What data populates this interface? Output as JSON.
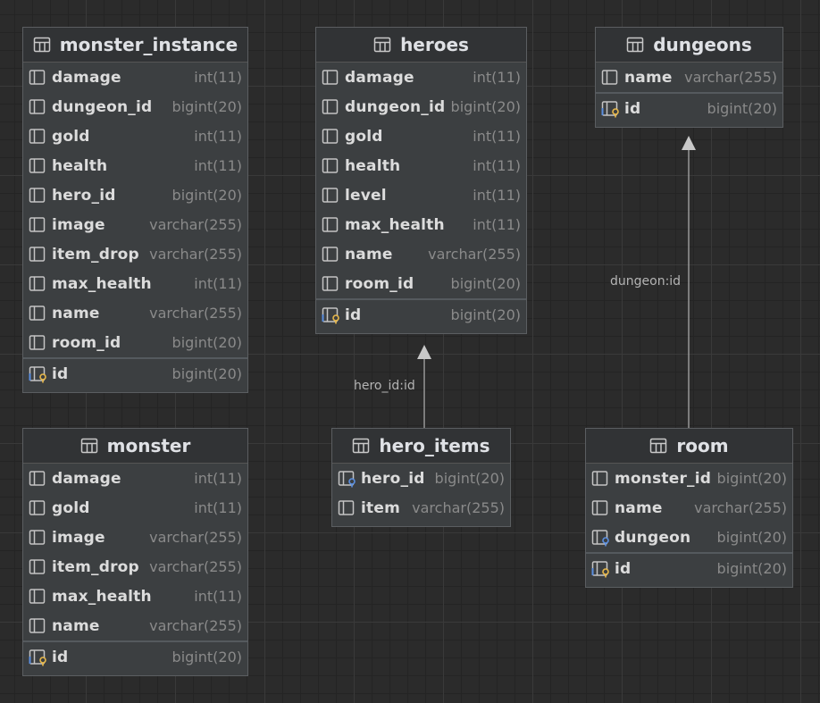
{
  "tables": {
    "monster_instance": {
      "title": "monster_instance",
      "columns": [
        {
          "name": "damage",
          "type": "int(11)"
        },
        {
          "name": "dungeon_id",
          "type": "bigint(20)"
        },
        {
          "name": "gold",
          "type": "int(11)"
        },
        {
          "name": "health",
          "type": "int(11)"
        },
        {
          "name": "hero_id",
          "type": "bigint(20)"
        },
        {
          "name": "image",
          "type": "varchar(255)"
        },
        {
          "name": "item_drop",
          "type": "varchar(255)"
        },
        {
          "name": "max_health",
          "type": "int(11)"
        },
        {
          "name": "name",
          "type": "varchar(255)"
        },
        {
          "name": "room_id",
          "type": "bigint(20)"
        }
      ],
      "pk": {
        "name": "id",
        "type": "bigint(20)"
      }
    },
    "heroes": {
      "title": "heroes",
      "columns": [
        {
          "name": "damage",
          "type": "int(11)"
        },
        {
          "name": "dungeon_id",
          "type": "bigint(20)"
        },
        {
          "name": "gold",
          "type": "int(11)"
        },
        {
          "name": "health",
          "type": "int(11)"
        },
        {
          "name": "level",
          "type": "int(11)"
        },
        {
          "name": "max_health",
          "type": "int(11)"
        },
        {
          "name": "name",
          "type": "varchar(255)"
        },
        {
          "name": "room_id",
          "type": "bigint(20)"
        }
      ],
      "pk": {
        "name": "id",
        "type": "bigint(20)"
      }
    },
    "dungeons": {
      "title": "dungeons",
      "columns": [
        {
          "name": "name",
          "type": "varchar(255)"
        }
      ],
      "pk": {
        "name": "id",
        "type": "bigint(20)"
      }
    },
    "monster": {
      "title": "monster",
      "columns": [
        {
          "name": "damage",
          "type": "int(11)"
        },
        {
          "name": "gold",
          "type": "int(11)"
        },
        {
          "name": "image",
          "type": "varchar(255)"
        },
        {
          "name": "item_drop",
          "type": "varchar(255)"
        },
        {
          "name": "max_health",
          "type": "int(11)"
        },
        {
          "name": "name",
          "type": "varchar(255)"
        }
      ],
      "pk": {
        "name": "id",
        "type": "bigint(20)"
      }
    },
    "hero_items": {
      "title": "hero_items",
      "columns": [
        {
          "name": "hero_id",
          "type": "bigint(20)"
        },
        {
          "name": "item",
          "type": "varchar(255)"
        }
      ]
    },
    "room": {
      "title": "room",
      "columns": [
        {
          "name": "monster_id",
          "type": "bigint(20)"
        },
        {
          "name": "name",
          "type": "varchar(255)"
        },
        {
          "name": "dungeon",
          "type": "bigint(20)"
        }
      ],
      "pk": {
        "name": "id",
        "type": "bigint(20)"
      }
    }
  },
  "relations": {
    "hero_items_to_heroes": "hero_id:id",
    "room_to_dungeons": "dungeon:id"
  },
  "icons": {
    "table": "table-icon",
    "column": "column-icon",
    "foreign_key": "foreign-key-column-icon",
    "primary_key": "primary-key-icon"
  },
  "colors": {
    "background": "#2b2b2b",
    "table_body": "#3c3f41",
    "table_header": "#313335",
    "key": "#e8b84a",
    "fk_accent": "#5b8fe0"
  }
}
